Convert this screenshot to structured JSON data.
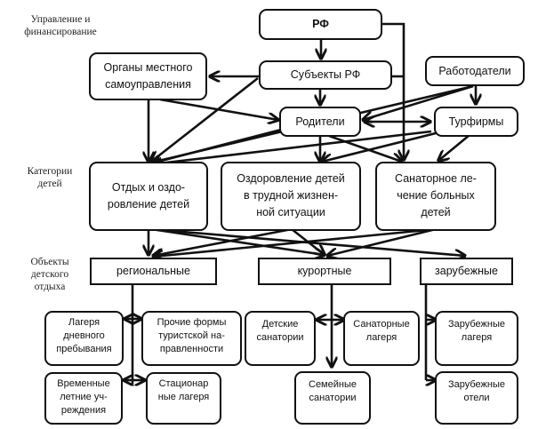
{
  "labels": {
    "management": "Управление и\nфинансирование",
    "categories": "Категории\nдетей",
    "objects": "Объекты\nдетского\nотдыха"
  },
  "nodes": {
    "rf": "РФ",
    "subjects": "Субъекты РФ",
    "local": "Органы местного\nсамоуправления",
    "employers": "Работодатели",
    "parents": "Родители",
    "tourfirms": "Турфирмы",
    "rest": "Отдых и оздо-\nровление детей",
    "difficult": "Оздоровление детей\nв трудной жизнен-\nной ситуации",
    "sanatorium_treat": "Санаторное ле-\nчение больных\nдетей",
    "regional": "региональные",
    "resort": "курортные",
    "foreign": "зарубежные",
    "day_camps": "Лагеря\nдневного\nпребывания",
    "other_forms": "Прочие формы\nтуристской на-\nправленности",
    "temp_summer": "Временные\nлетние уч-\nреждения",
    "stationary": "Стационар\nные лагеря",
    "child_sanatoria": "Детские\nсанатории",
    "sanatorium_camps": "Санаторные\nлагеря",
    "family_sanatoria": "Семейные\nсанатории",
    "foreign_camps": "Зарубежные\nлагеря",
    "foreign_hotels": "Зарубежные\nотели"
  },
  "edges": [
    [
      "rf",
      "subjects"
    ],
    [
      "rf",
      "sanatorium_treat"
    ],
    [
      "subjects",
      "local"
    ],
    [
      "subjects",
      "parents"
    ],
    [
      "subjects",
      "rest"
    ],
    [
      "local",
      "rest"
    ],
    [
      "local",
      "parents"
    ],
    [
      "employers",
      "tourfirms"
    ],
    [
      "employers",
      "parents"
    ],
    [
      "employers",
      "rest"
    ],
    [
      "parents",
      "tourfirms"
    ],
    [
      "tourfirms",
      "parents"
    ],
    [
      "parents",
      "rest"
    ],
    [
      "parents",
      "difficult"
    ],
    [
      "parents",
      "sanatorium_treat"
    ],
    [
      "tourfirms",
      "rest"
    ],
    [
      "tourfirms",
      "difficult"
    ],
    [
      "rest",
      "regional"
    ],
    [
      "rest",
      "resort"
    ],
    [
      "rest",
      "foreign"
    ],
    [
      "difficult",
      "regional"
    ],
    [
      "difficult",
      "resort"
    ],
    [
      "sanatorium_treat",
      "regional"
    ],
    [
      "sanatorium_treat",
      "resort"
    ],
    [
      "regional",
      "day_camps"
    ],
    [
      "regional",
      "other_forms"
    ],
    [
      "regional",
      "temp_summer"
    ],
    [
      "regional",
      "stationary"
    ],
    [
      "resort",
      "child_sanatoria"
    ],
    [
      "resort",
      "sanatorium_camps"
    ],
    [
      "resort",
      "family_sanatoria"
    ],
    [
      "foreign",
      "foreign_camps"
    ],
    [
      "foreign",
      "foreign_hotels"
    ]
  ]
}
